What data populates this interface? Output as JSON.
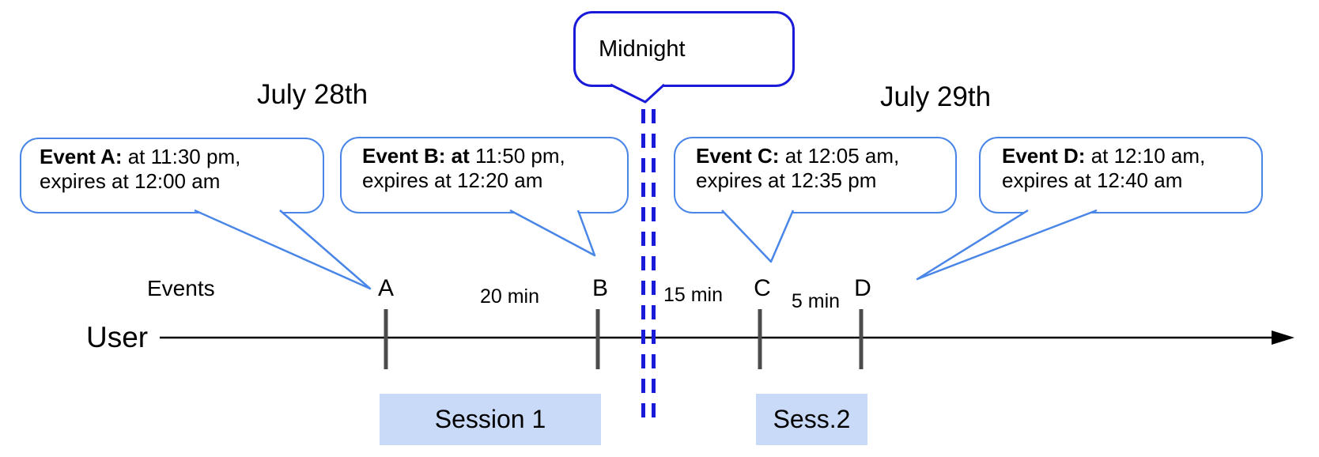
{
  "titles": {
    "left": "July 28th",
    "right": "July 29th"
  },
  "midnight_label": "Midnight",
  "events": [
    {
      "name": "Event A",
      "bold": "Event A:",
      "rest": " at 11:30 pm,",
      "line2": "expires at 12:00 am"
    },
    {
      "name": "Event B",
      "bold": "Event B: at",
      "rest": " 11:50 pm,",
      "line2": "expires at 12:20 am"
    },
    {
      "name": "Event C",
      "bold": "Event C:",
      "rest": " at 12:05 am,",
      "line2": "expires at 12:35 pm"
    },
    {
      "name": "Event D",
      "bold": "Event D:",
      "rest": " at 12:10 am,",
      "line2": "expires at 12:40 am"
    }
  ],
  "timeline": {
    "row_label": "User",
    "events_label": "Events",
    "markers": [
      "A",
      "B",
      "C",
      "D"
    ],
    "intervals": [
      "20 min",
      "15 min",
      "5 min"
    ]
  },
  "sessions": [
    {
      "label": "Session 1"
    },
    {
      "label": "Sess.2"
    }
  ],
  "colors": {
    "callout_border": "#4a86e8",
    "midnight_blue": "#1a1ad9",
    "dashed_line": "#1a1ad9",
    "session_fill": "#c9daf8",
    "tick_color": "#4c4c4c",
    "axis_color": "#000000",
    "text_color": "#000000"
  }
}
